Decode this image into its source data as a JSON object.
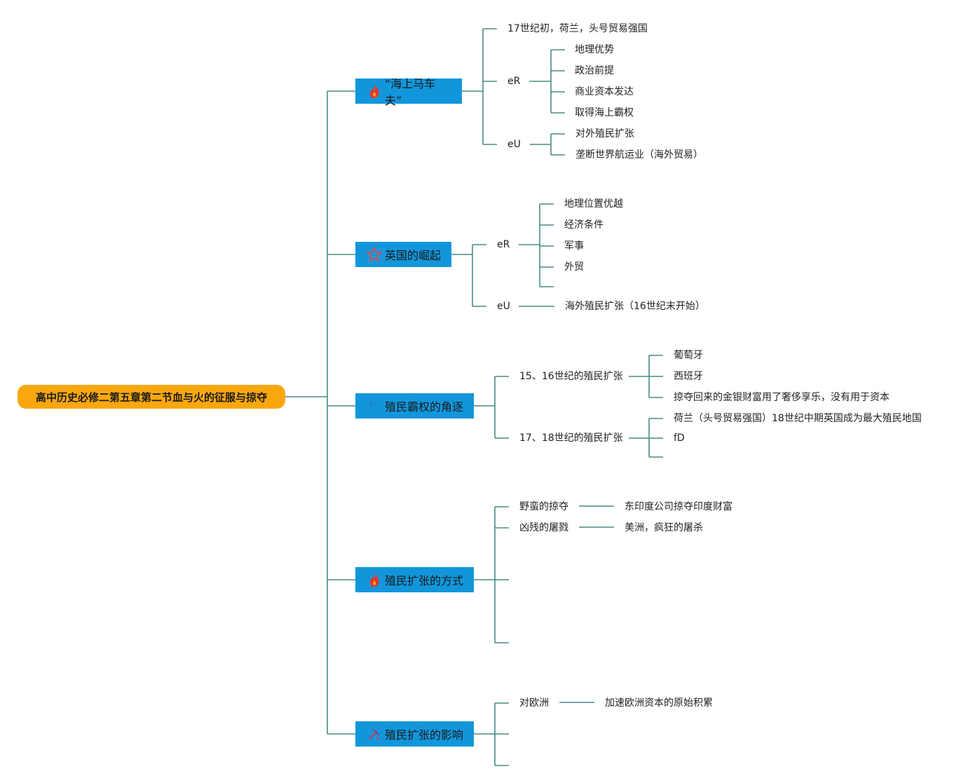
{
  "root": {
    "title": "高中历史必修二第五章第二节血与火的征服与掠夺"
  },
  "branches": [
    {
      "label": "“海上马车夫”",
      "icon": "fire-icon",
      "children": [
        {
          "text": "17世纪初，荷兰，头号贸易强国"
        },
        {
          "text": "eR",
          "children": [
            "地理优势",
            "政治前提",
            "商业资本发达",
            "取得海上霸权"
          ]
        },
        {
          "text": "eU",
          "children": [
            "对外殖民扩张",
            "垄断世界航运业（海外贸易）"
          ]
        }
      ]
    },
    {
      "label": "英国的崛起",
      "icon": "star-icon",
      "children": [
        {
          "text": "eR",
          "children": [
            "地理位置优越",
            "经济条件",
            "军事",
            "外贸",
            ""
          ]
        },
        {
          "text": "eU",
          "children": [
            "海外殖民扩张（16世纪末开始）"
          ]
        }
      ]
    },
    {
      "label": "殖民霸权的角逐",
      "icon": "flag-icon",
      "children": [
        {
          "text": "15、16世纪的殖民扩张",
          "children": [
            "葡萄牙",
            "西班牙",
            "掠夺回来的金银财富用了奢侈享乐，没有用于资本"
          ]
        },
        {
          "text": "17、18世纪的殖民扩张",
          "children": [
            "荷兰（头号贸易强国）18世纪中期英国成为最大殖民地国",
            "fD",
            ""
          ]
        }
      ]
    },
    {
      "label": "殖民扩张的方式",
      "icon": "fire-icon",
      "children": [
        {
          "text": "野蛮的掠夺",
          "children": [
            "东印度公司掠夺印度财富"
          ]
        },
        {
          "text": "凶残的屠戮",
          "children": [
            "美洲，疯狂的屠杀"
          ]
        },
        {
          "text": ""
        },
        {
          "text": ""
        }
      ]
    },
    {
      "label": "殖民扩张的影响",
      "icon": "tools-icon",
      "children": [
        {
          "text": "对欧洲",
          "children": [
            "加速欧洲资本的原始积累"
          ]
        },
        {
          "text": ""
        },
        {
          "text": ""
        }
      ]
    }
  ],
  "colors": {
    "root": "#f9a70f",
    "branch": "#1296db",
    "line": "#4a8a83",
    "fire": "#e8362b",
    "star": "#d9534f"
  }
}
